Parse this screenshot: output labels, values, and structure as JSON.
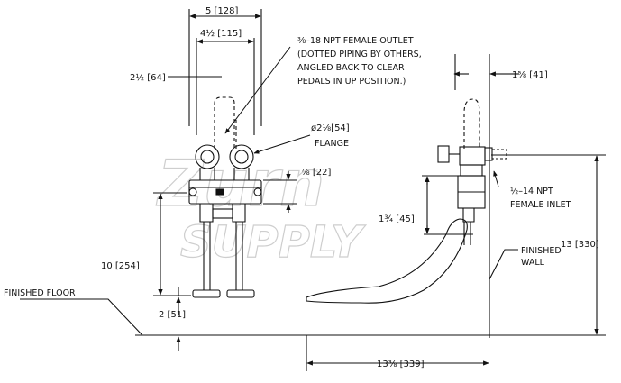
{
  "dimensions": {
    "width_overall": "5 [128]",
    "width_centers": "4½ [115]",
    "pipe_offset": "2½ [64]",
    "flange_diameter": "ø2⅛[54]",
    "flange_label": "FLANGE",
    "body_height": "⅞ [22]",
    "pedal_height": "10 [254]",
    "floor_clearance": "2 [51]",
    "inlet_offset": "1⅝ [41]",
    "inlet_drop": "1¾ [45]",
    "total_height": "13 [330]",
    "pedal_depth": "13⅜ [339]"
  },
  "notes": {
    "outlet": [
      "⅜–18 NPT FEMALE OUTLET",
      "(DOTTED PIPING BY OTHERS,",
      "ANGLED BACK TO CLEAR",
      "PEDALS IN UP POSITION.)"
    ],
    "inlet": [
      "½–14 NPT",
      "FEMALE INLET"
    ],
    "finished_wall": [
      "FINISHED",
      "WALL"
    ],
    "finished_floor": "FINISHED FLOOR"
  },
  "watermark": [
    "Zurn",
    "SUPPLY"
  ],
  "icons": [
    "dimension-arrow",
    "leader-line",
    "valve-body",
    "foot-pedal"
  ]
}
